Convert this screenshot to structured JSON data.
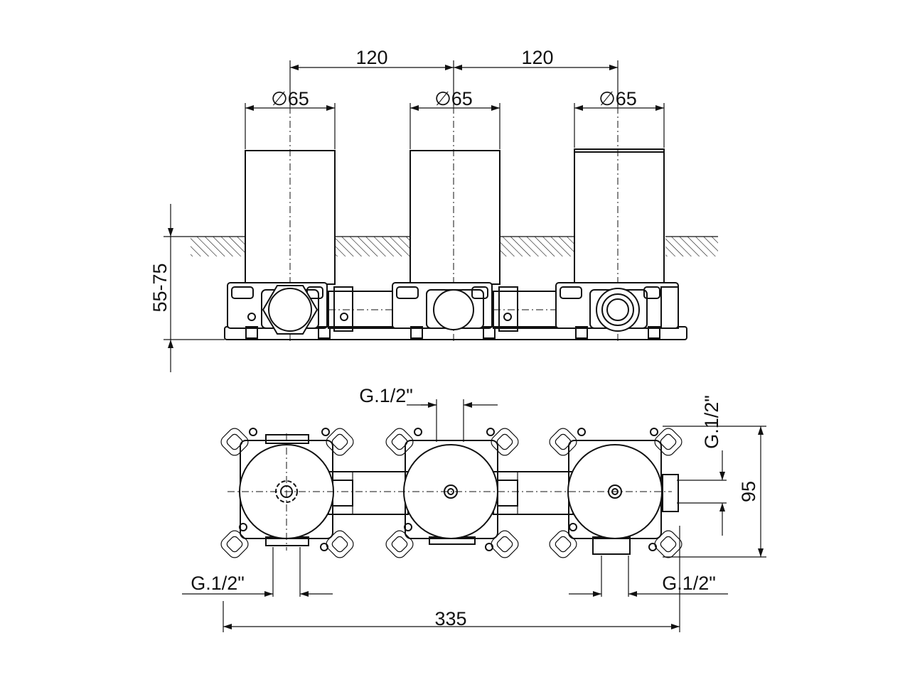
{
  "dimensions": {
    "spacing_left": "120",
    "spacing_right": "120",
    "diameter_1": "∅65",
    "diameter_2": "∅65",
    "diameter_3": "∅65",
    "depth_range": "55-75",
    "connection_top": "G.1/2\"",
    "connection_right": "G.1/2\"",
    "connection_bottom_left": "G.1/2\"",
    "connection_bottom_right": "G.1/2\"",
    "height": "95",
    "overall_length": "335"
  }
}
